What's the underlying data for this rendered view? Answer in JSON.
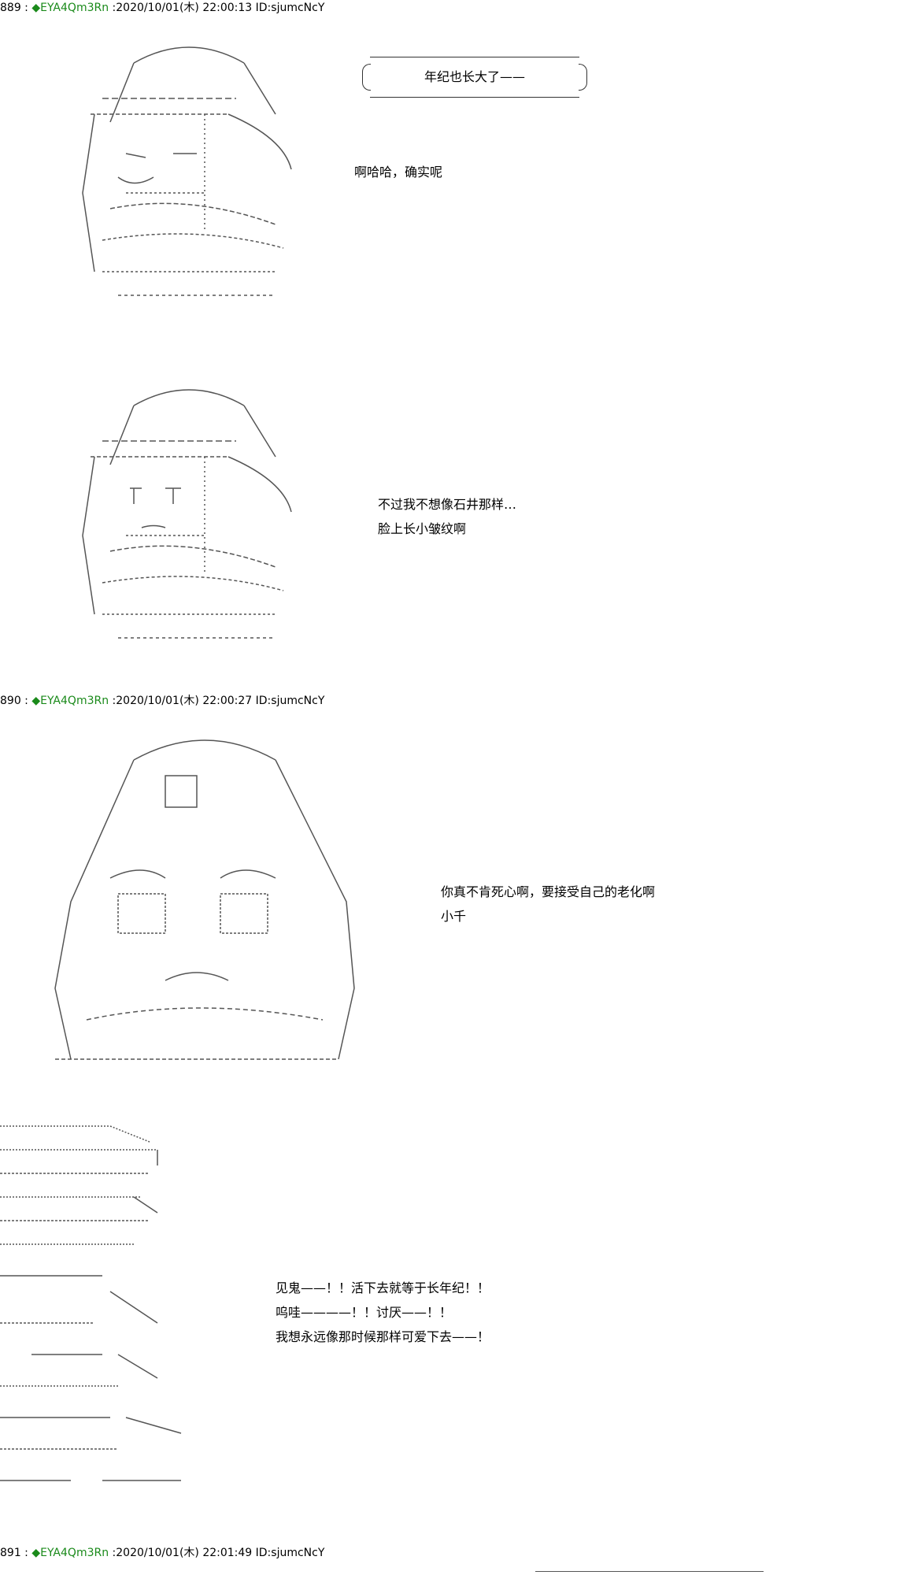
{
  "posts": [
    {
      "number": "889",
      "sep": " : ",
      "name": "◆EYA4Qm3Rn",
      "meta": " :2020/10/01(木) 22:00:13 ID:sjumcNcY"
    },
    {
      "number": "890",
      "sep": " : ",
      "name": "◆EYA4Qm3Rn",
      "meta": " :2020/10/01(木) 22:00:27 ID:sjumcNcY"
    },
    {
      "number": "891",
      "sep": " : ",
      "name": "◆EYA4Qm3Rn",
      "meta": " :2020/10/01(木) 22:01:49 ID:sjumcNcY"
    }
  ],
  "bubble": {
    "text": "年纪也长大了——"
  },
  "dialog1": {
    "line1": "啊哈哈，确实呢"
  },
  "dialog2": {
    "line1": "不过我不想像石井那样…",
    "line2": "脸上长小皱纹啊"
  },
  "dialog3": {
    "line1": "你真不肯死心啊，要接受自己的老化啊",
    "line2": "小千"
  },
  "dialog4": {
    "line1": "见鬼——！！活下去就等于长年纪！！",
    "line2": "呜哇————！！讨厌——！！",
    "line3": "我想永远像那时候那样可爱下去——！"
  },
  "icons": {
    "art1": "character-art-icon",
    "art2": "character-art-icon",
    "art3": "character-art-icon",
    "art4": "character-art-icon"
  }
}
